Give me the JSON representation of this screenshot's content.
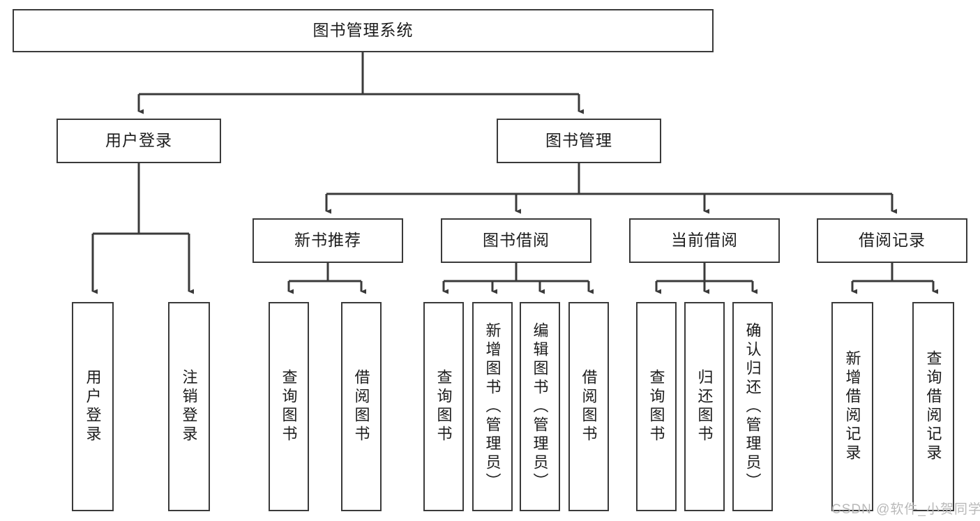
{
  "diagram": {
    "title_node": {
      "label": "图书管理系统"
    },
    "level2": [
      {
        "id": "user-login",
        "label": "用户登录"
      },
      {
        "id": "book-manage",
        "label": "图书管理"
      }
    ],
    "level3": [
      {
        "id": "new-book-recommend",
        "label": "新书推荐"
      },
      {
        "id": "book-borrow",
        "label": "图书借阅"
      },
      {
        "id": "current-borrow",
        "label": "当前借阅"
      },
      {
        "id": "borrow-record",
        "label": "借阅记录"
      }
    ],
    "leaves": [
      {
        "id": "leaf-user-login",
        "label": "用户登录",
        "group": "user-login"
      },
      {
        "id": "leaf-user-logout",
        "label": "注销登录",
        "group": "user-login"
      },
      {
        "id": "leaf-query-book-1",
        "label": "查询图书",
        "group": "new-book-recommend"
      },
      {
        "id": "leaf-borrow-book-1",
        "label": "借阅图书",
        "group": "new-book-recommend"
      },
      {
        "id": "leaf-query-book-2",
        "label": "查询图书",
        "group": "book-borrow"
      },
      {
        "id": "leaf-add-book",
        "label": "新增图书（管理员）",
        "group": "book-borrow"
      },
      {
        "id": "leaf-edit-book",
        "label": "编辑图书（管理员）",
        "group": "book-borrow"
      },
      {
        "id": "leaf-borrow-book-2",
        "label": "借阅图书",
        "group": "book-borrow"
      },
      {
        "id": "leaf-query-book-3",
        "label": "查询图书",
        "group": "current-borrow"
      },
      {
        "id": "leaf-return-book",
        "label": "归还图书",
        "group": "current-borrow"
      },
      {
        "id": "leaf-confirm-return",
        "label": "确认归还（管理员）",
        "group": "current-borrow"
      },
      {
        "id": "leaf-add-record",
        "label": "新增借阅记录",
        "group": "borrow-record"
      },
      {
        "id": "leaf-query-record",
        "label": "查询借阅记录",
        "group": "borrow-record"
      }
    ],
    "watermark": "CSDN @软件_小贺同学",
    "colors": {
      "stroke": "#3a3a3a",
      "fill": "#ffffff",
      "text": "#1c1c1c",
      "watermark": "#b9b9b9"
    }
  }
}
